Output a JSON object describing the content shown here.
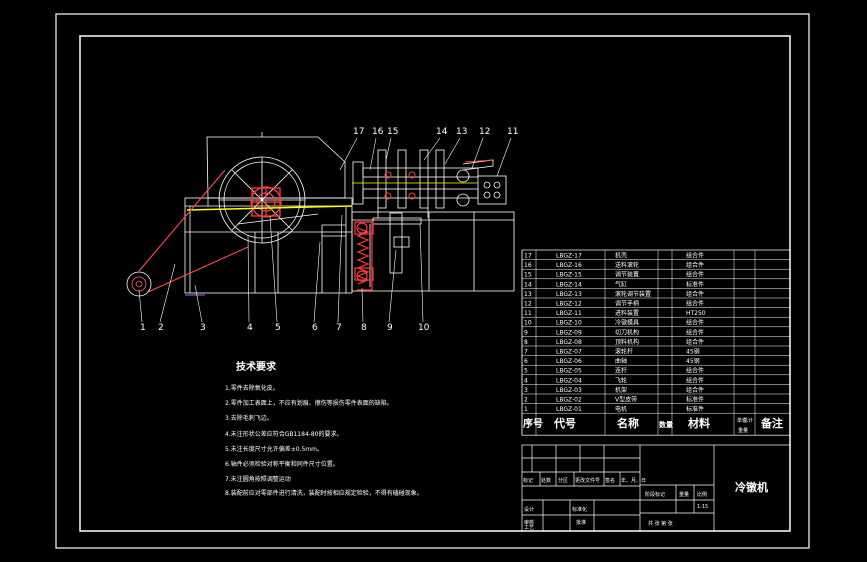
{
  "drawing": {
    "tech_requirements": {
      "title": "技术要求",
      "items": [
        "1.零件去除氧化皮。",
        "2.零件加工表面上，不应有划痕、擦伤等损伤零件表面的缺陷。",
        "3.去除毛刺飞边。",
        "4.未注形状公差应符合GB1184-80的要求。",
        "5.未注长度尺寸允许偏差±0.5mm。",
        "6.轴件必须检验对称平衡和同件尺寸位置。",
        "7.未注圆角按照调整运动",
        "8.装配前应对零部件进行清洗，装配时按相应规定检验，不得有磕碰现象。"
      ]
    },
    "balloons": [
      "1",
      "2",
      "3",
      "4",
      "5",
      "6",
      "7",
      "8",
      "9",
      "10",
      "11",
      "12",
      "13",
      "14",
      "15",
      "16",
      "17"
    ],
    "bom": {
      "rows": [
        {
          "no": "17",
          "code": "LBGZ-17",
          "name": "机壳",
          "qty": "",
          "material": "组合件"
        },
        {
          "no": "16",
          "code": "LBGZ-16",
          "name": "送料滚轮",
          "qty": "",
          "material": "组合件"
        },
        {
          "no": "15",
          "code": "LBGZ-15",
          "name": "调节装置",
          "qty": "",
          "material": "组合件"
        },
        {
          "no": "14",
          "code": "LBGZ-14",
          "name": "气缸",
          "qty": "",
          "material": "标准件"
        },
        {
          "no": "13",
          "code": "LBGZ-13",
          "name": "滚轮调节装置",
          "qty": "",
          "material": "组合件"
        },
        {
          "no": "12",
          "code": "LBGZ-12",
          "name": "调节手柄",
          "qty": "",
          "material": "组合件"
        },
        {
          "no": "11",
          "code": "LBGZ-11",
          "name": "进料装置",
          "qty": "",
          "material": "HT250"
        },
        {
          "no": "10",
          "code": "LBGZ-10",
          "name": "冷镦模具",
          "qty": "",
          "material": "组合件"
        },
        {
          "no": "9",
          "code": "LBGZ-09",
          "name": "切刀机构",
          "qty": "",
          "material": "组合件"
        },
        {
          "no": "8",
          "code": "LBGZ-08",
          "name": "顶料机构",
          "qty": "",
          "material": "组合件"
        },
        {
          "no": "7",
          "code": "LBGZ-07",
          "name": "滚轮杆",
          "qty": "",
          "material": "45钢"
        },
        {
          "no": "6",
          "code": "LBGZ-06",
          "name": "曲轴",
          "qty": "",
          "material": "45钢"
        },
        {
          "no": "5",
          "code": "LBGZ-05",
          "name": "连杆",
          "qty": "",
          "material": "组合件"
        },
        {
          "no": "4",
          "code": "LBGZ-04",
          "name": "飞轮",
          "qty": "",
          "material": "组合件"
        },
        {
          "no": "3",
          "code": "LBGZ-03",
          "name": "机架",
          "qty": "",
          "material": "组合件"
        },
        {
          "no": "2",
          "code": "LBGZ-02",
          "name": "V型皮带",
          "qty": "",
          "material": "标准件"
        },
        {
          "no": "1",
          "code": "LBGZ-01",
          "name": "电机",
          "qty": "",
          "material": "标准件"
        }
      ],
      "header": {
        "no": "序号",
        "code": "代号",
        "name": "名称",
        "qty": "数量",
        "material": "材料",
        "unit_weight": "单件",
        "total_weight": "总计",
        "weight": "重量",
        "remark": "备注"
      }
    },
    "title_block": {
      "drawing_title": "冷镦机",
      "labels": {
        "mark": "标记",
        "count": "处数",
        "zone": "分区",
        "change_doc": "更改文件号",
        "signature": "签名",
        "date": "年、月、日",
        "design": "设计",
        "standardize": "标准化",
        "stage_mark": "阶段标记",
        "weight": "重量",
        "scale": "比例",
        "review": "审核",
        "process": "工艺",
        "approve": "批准",
        "sheets": "共  张  第  张"
      },
      "scale_value": "1:15"
    },
    "colors": {
      "background": "#000000",
      "lines": "#ffffff",
      "highlight": "#ff3b3b",
      "belt": "#ff4a4a",
      "shaft": "#ffff00",
      "motor": "#ff6060"
    }
  }
}
